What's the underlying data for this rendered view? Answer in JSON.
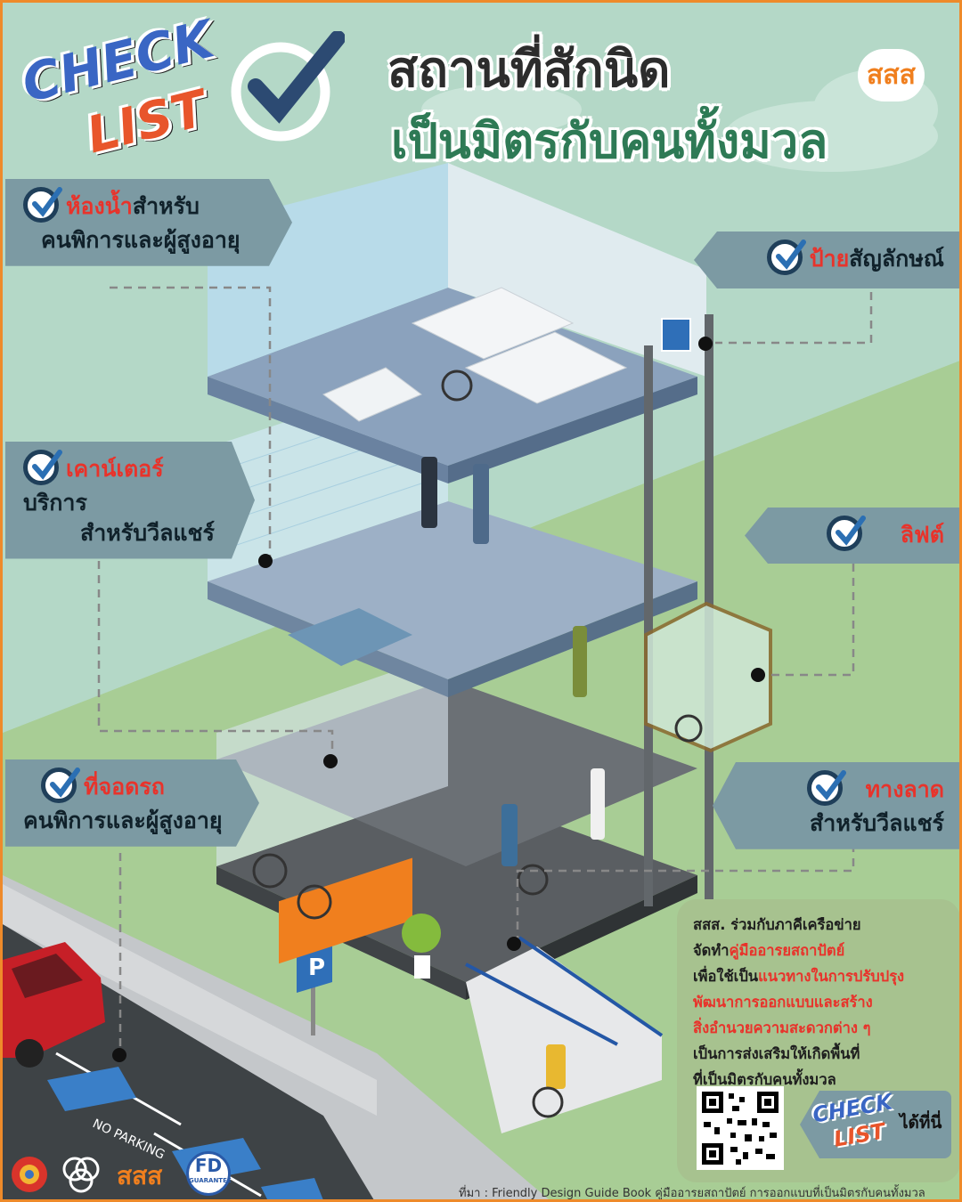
{
  "header": {
    "checklist_word1": "CHECK",
    "checklist_word2": "LIST",
    "title_line1": "สถานที่สักนิด",
    "title_line2": "เป็นมิตรกับคนทั้งมวล",
    "brand_logo_text": "สสส"
  },
  "labels": {
    "restroom": {
      "highlight": "ห้องน้ำ",
      "rest": "สำหรับ",
      "line2": "คนพิการและผู้สูงอายุ"
    },
    "signage": {
      "highlight": "ป้าย",
      "rest": "สัญลักษณ์"
    },
    "counter": {
      "highlight": "เคาน์เตอร์",
      "rest": "บริการ",
      "line2": "สำหรับวีลแชร์"
    },
    "elevator": {
      "highlight": "ลิฟต์"
    },
    "parking": {
      "highlight": "ที่จอดรถ",
      "line2": "คนพิการและผู้สูงอายุ"
    },
    "ramp": {
      "highlight": "ทางลาด",
      "line2": "สำหรับวีลแชร์"
    }
  },
  "info": {
    "line1": "สสส. ร่วมกับภาคีเครือข่าย",
    "line2_pre": "จัดทำ",
    "line2_hl": "คู่มืออารยสถาปัตย์",
    "line3_pre": "เพื่อใช้เป็น",
    "line3_hl": "แนวทางในการปรับปรุง",
    "line4_hl": "พัฒนาการออกแบบและสร้าง",
    "line5_hl": "สิ่งอำนวยความสะดวกต่าง ๆ",
    "line6": "เป็นการส่งเสริมให้เกิดพื้นที่",
    "line7": "ที่เป็นมิตรกับคนทั้งมวล",
    "cta_word1": "CHECK",
    "cta_word2": "LIST",
    "cta_suffix": "ได้ที่นี่"
  },
  "scene_text": {
    "parking_sign": "P",
    "no_parking": "NO PARKING"
  },
  "footer": {
    "source": "ที่มา : Friendly Design Guide Book คู่มืออารยสถาปัตย์ การออกแบบที่เป็นมิตรกับคนทั้งมวล",
    "logo_sss": "สสส",
    "logo_fd": "FD",
    "logo_fd_sub": "GUARANTEE"
  },
  "colors": {
    "background": "#b4d8c7",
    "border": "#ee8a2a",
    "label_bg": "#7c9aa3",
    "highlight": "#e8332b",
    "info_bg": "#a7c28f"
  }
}
